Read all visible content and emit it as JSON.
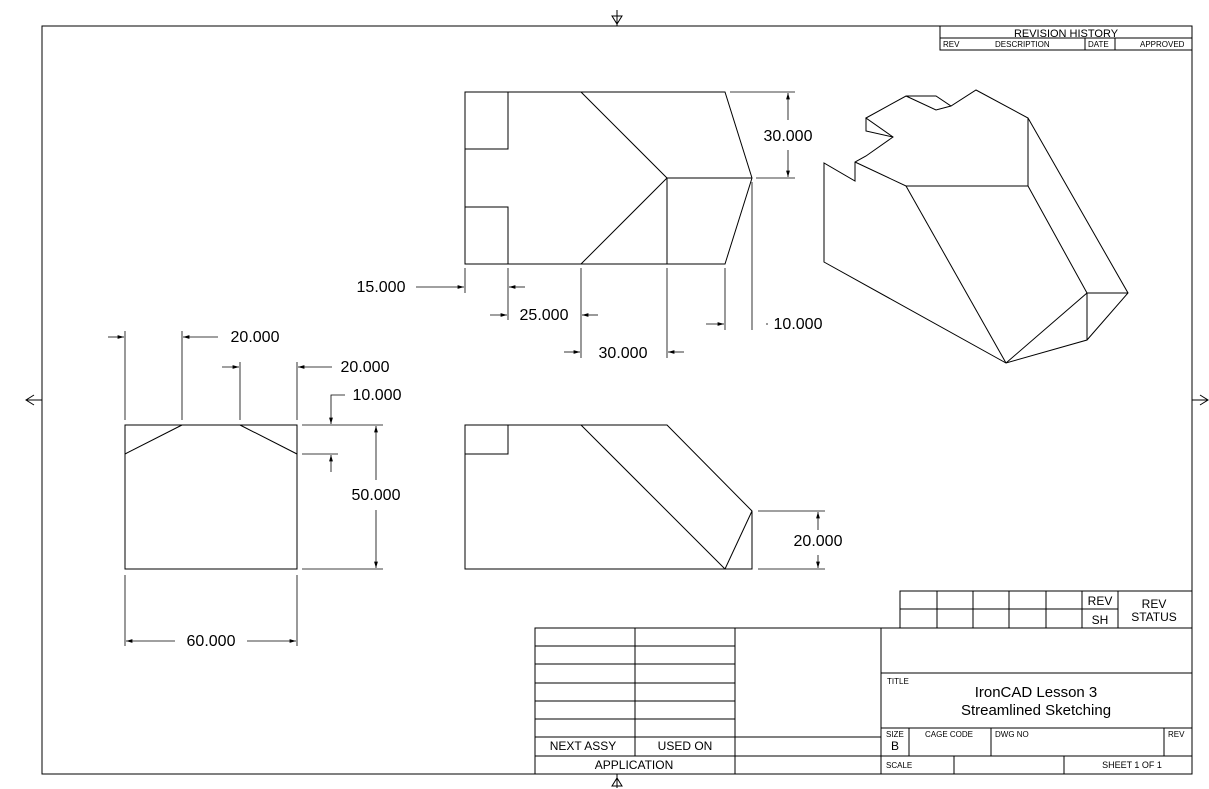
{
  "revision_history": {
    "title": "REVISION HISTORY",
    "columns": [
      "REV",
      "DESCRIPTION",
      "DATE",
      "APPROVED"
    ]
  },
  "dimensions": {
    "top_height": "30.000",
    "top_left_offset": "15.000",
    "top_step": "25.000",
    "top_mid": "30.000",
    "top_right": "10.000",
    "side_top_left": "20.000",
    "side_top_right": "20.000",
    "side_chamfer": "10.000",
    "side_height": "50.000",
    "side_width": "60.000",
    "front_right_height": "20.000"
  },
  "rev_status": {
    "rev_label": "REV",
    "sh_label": "SH",
    "status_line1": "REV",
    "status_line2": "STATUS"
  },
  "title_block": {
    "title_label": "TITLE",
    "title_line1": "IronCAD Lesson 3",
    "title_line2": "Streamlined Sketching",
    "size_label": "SIZE",
    "size_value": "B",
    "cage_code_label": "CAGE CODE",
    "dwg_no_label": "DWG NO",
    "rev_label": "REV",
    "scale_label": "SCALE",
    "sheet_text": "SHEET 1 OF 1",
    "next_assy": "NEXT ASSY",
    "used_on": "USED ON",
    "application": "APPLICATION"
  }
}
